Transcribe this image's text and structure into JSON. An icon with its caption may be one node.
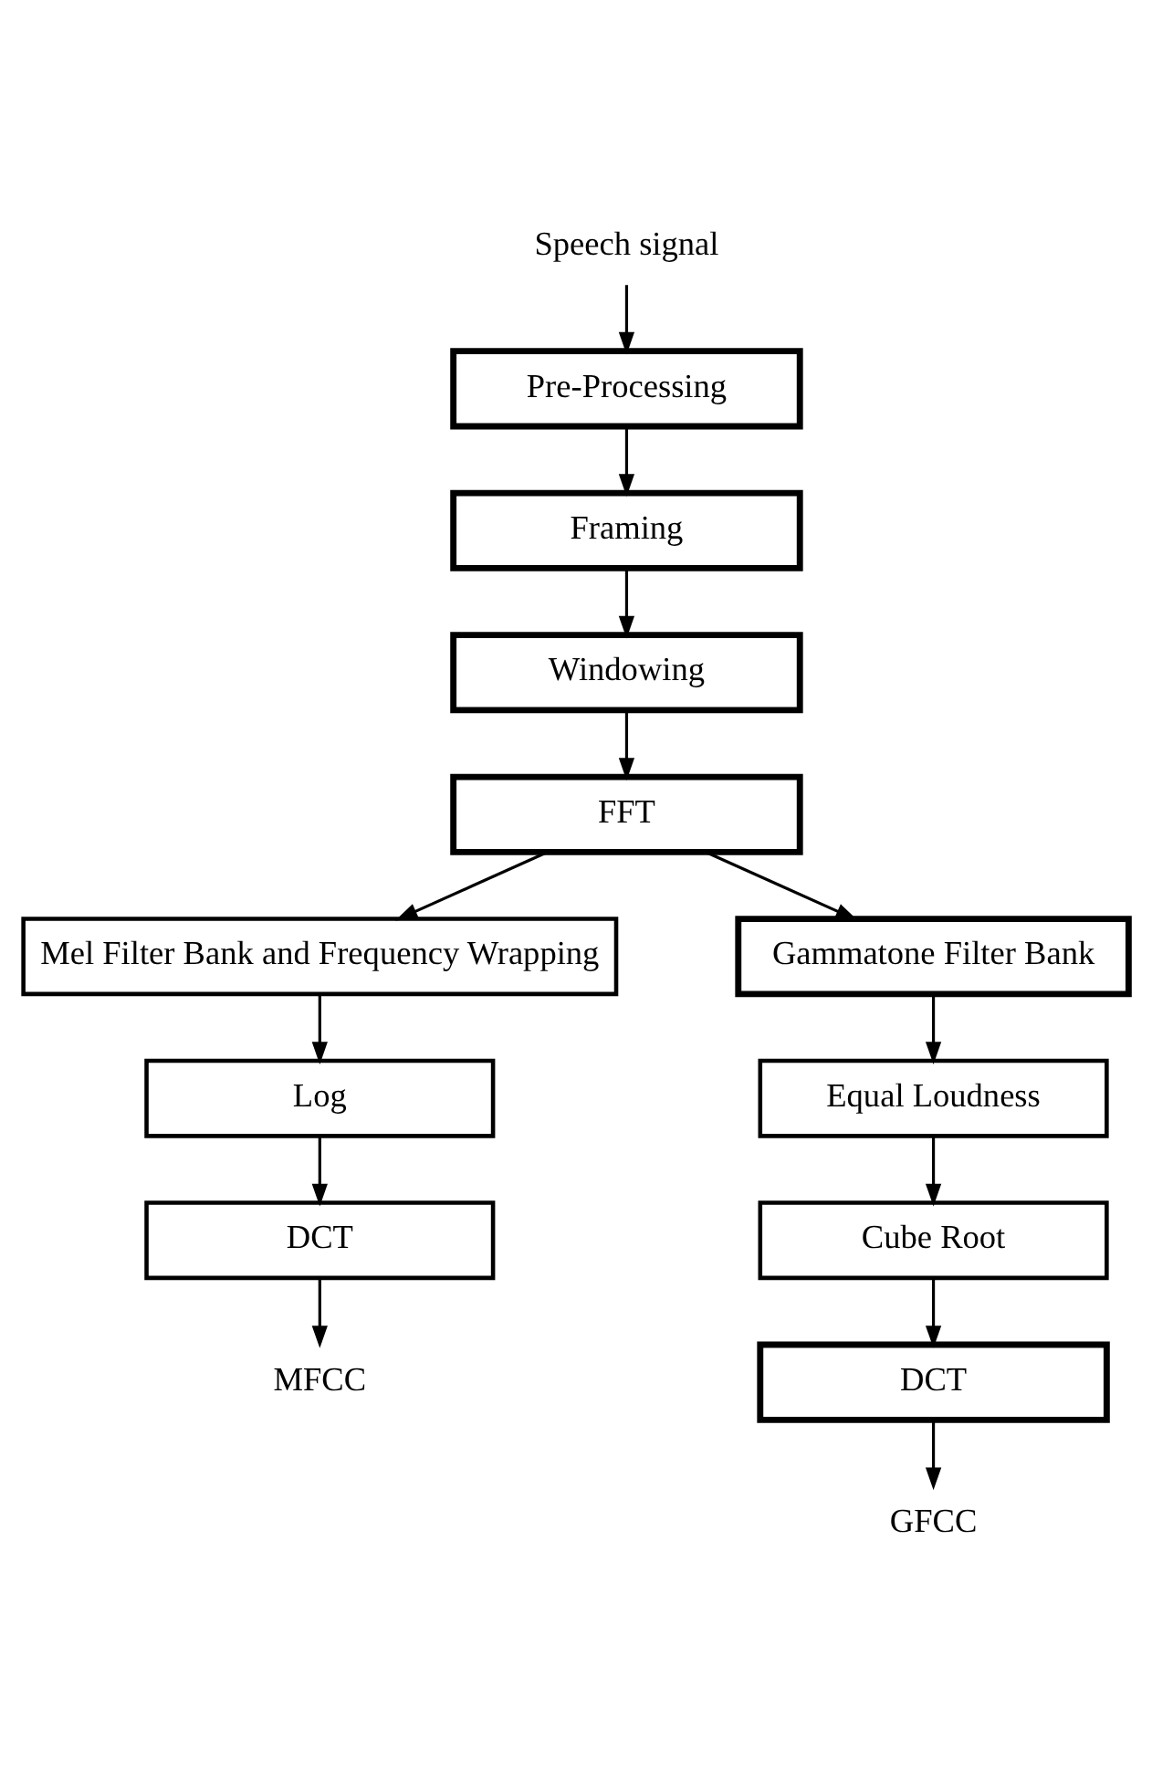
{
  "diagram": {
    "nodes": [
      {
        "text": [
          "Speech signal"
        ]
      },
      {
        "text": [
          "Pre-Processing"
        ]
      },
      {
        "text": [
          "Framing"
        ]
      },
      {
        "text": [
          "Windowing"
        ]
      },
      {
        "text": [
          "FFT"
        ]
      },
      {
        "text": [
          "Mel Filter Bank and Frequency Wrapping"
        ]
      },
      {
        "text": [
          "Gammatone Filter Bank"
        ]
      },
      {
        "text": [
          "Log"
        ]
      },
      {
        "text": [
          "Equal Loudness"
        ]
      },
      {
        "text": [
          "DCT"
        ]
      },
      {
        "text": [
          "Cube Root"
        ]
      },
      {
        "text": [
          "MFCC"
        ]
      },
      {
        "text": [
          "DCT"
        ]
      },
      {
        "text": [
          "GFCC"
        ]
      }
    ],
    "edges": [
      {
        "from": 0,
        "to": 1,
        "arrow": "to"
      },
      {
        "from": 1,
        "to": 2,
        "arrow": "to"
      },
      {
        "from": 2,
        "to": 3,
        "arrow": "to"
      },
      {
        "from": 3,
        "to": 4,
        "arrow": "to"
      },
      {
        "from": 4,
        "to": 5,
        "arrow": "to"
      },
      {
        "from": 4,
        "to": 6,
        "arrow": "to"
      },
      {
        "from": 5,
        "to": 7,
        "arrow": "to"
      },
      {
        "from": 7,
        "to": 9,
        "arrow": "to"
      },
      {
        "from": 9,
        "to": 11,
        "arrow": "to"
      },
      {
        "from": 6,
        "to": 8,
        "arrow": "to"
      },
      {
        "from": 8,
        "to": 10,
        "arrow": "to"
      },
      {
        "from": 10,
        "to": 12,
        "arrow": "to"
      },
      {
        "from": 12,
        "to": 13,
        "arrow": "to"
      }
    ]
  }
}
